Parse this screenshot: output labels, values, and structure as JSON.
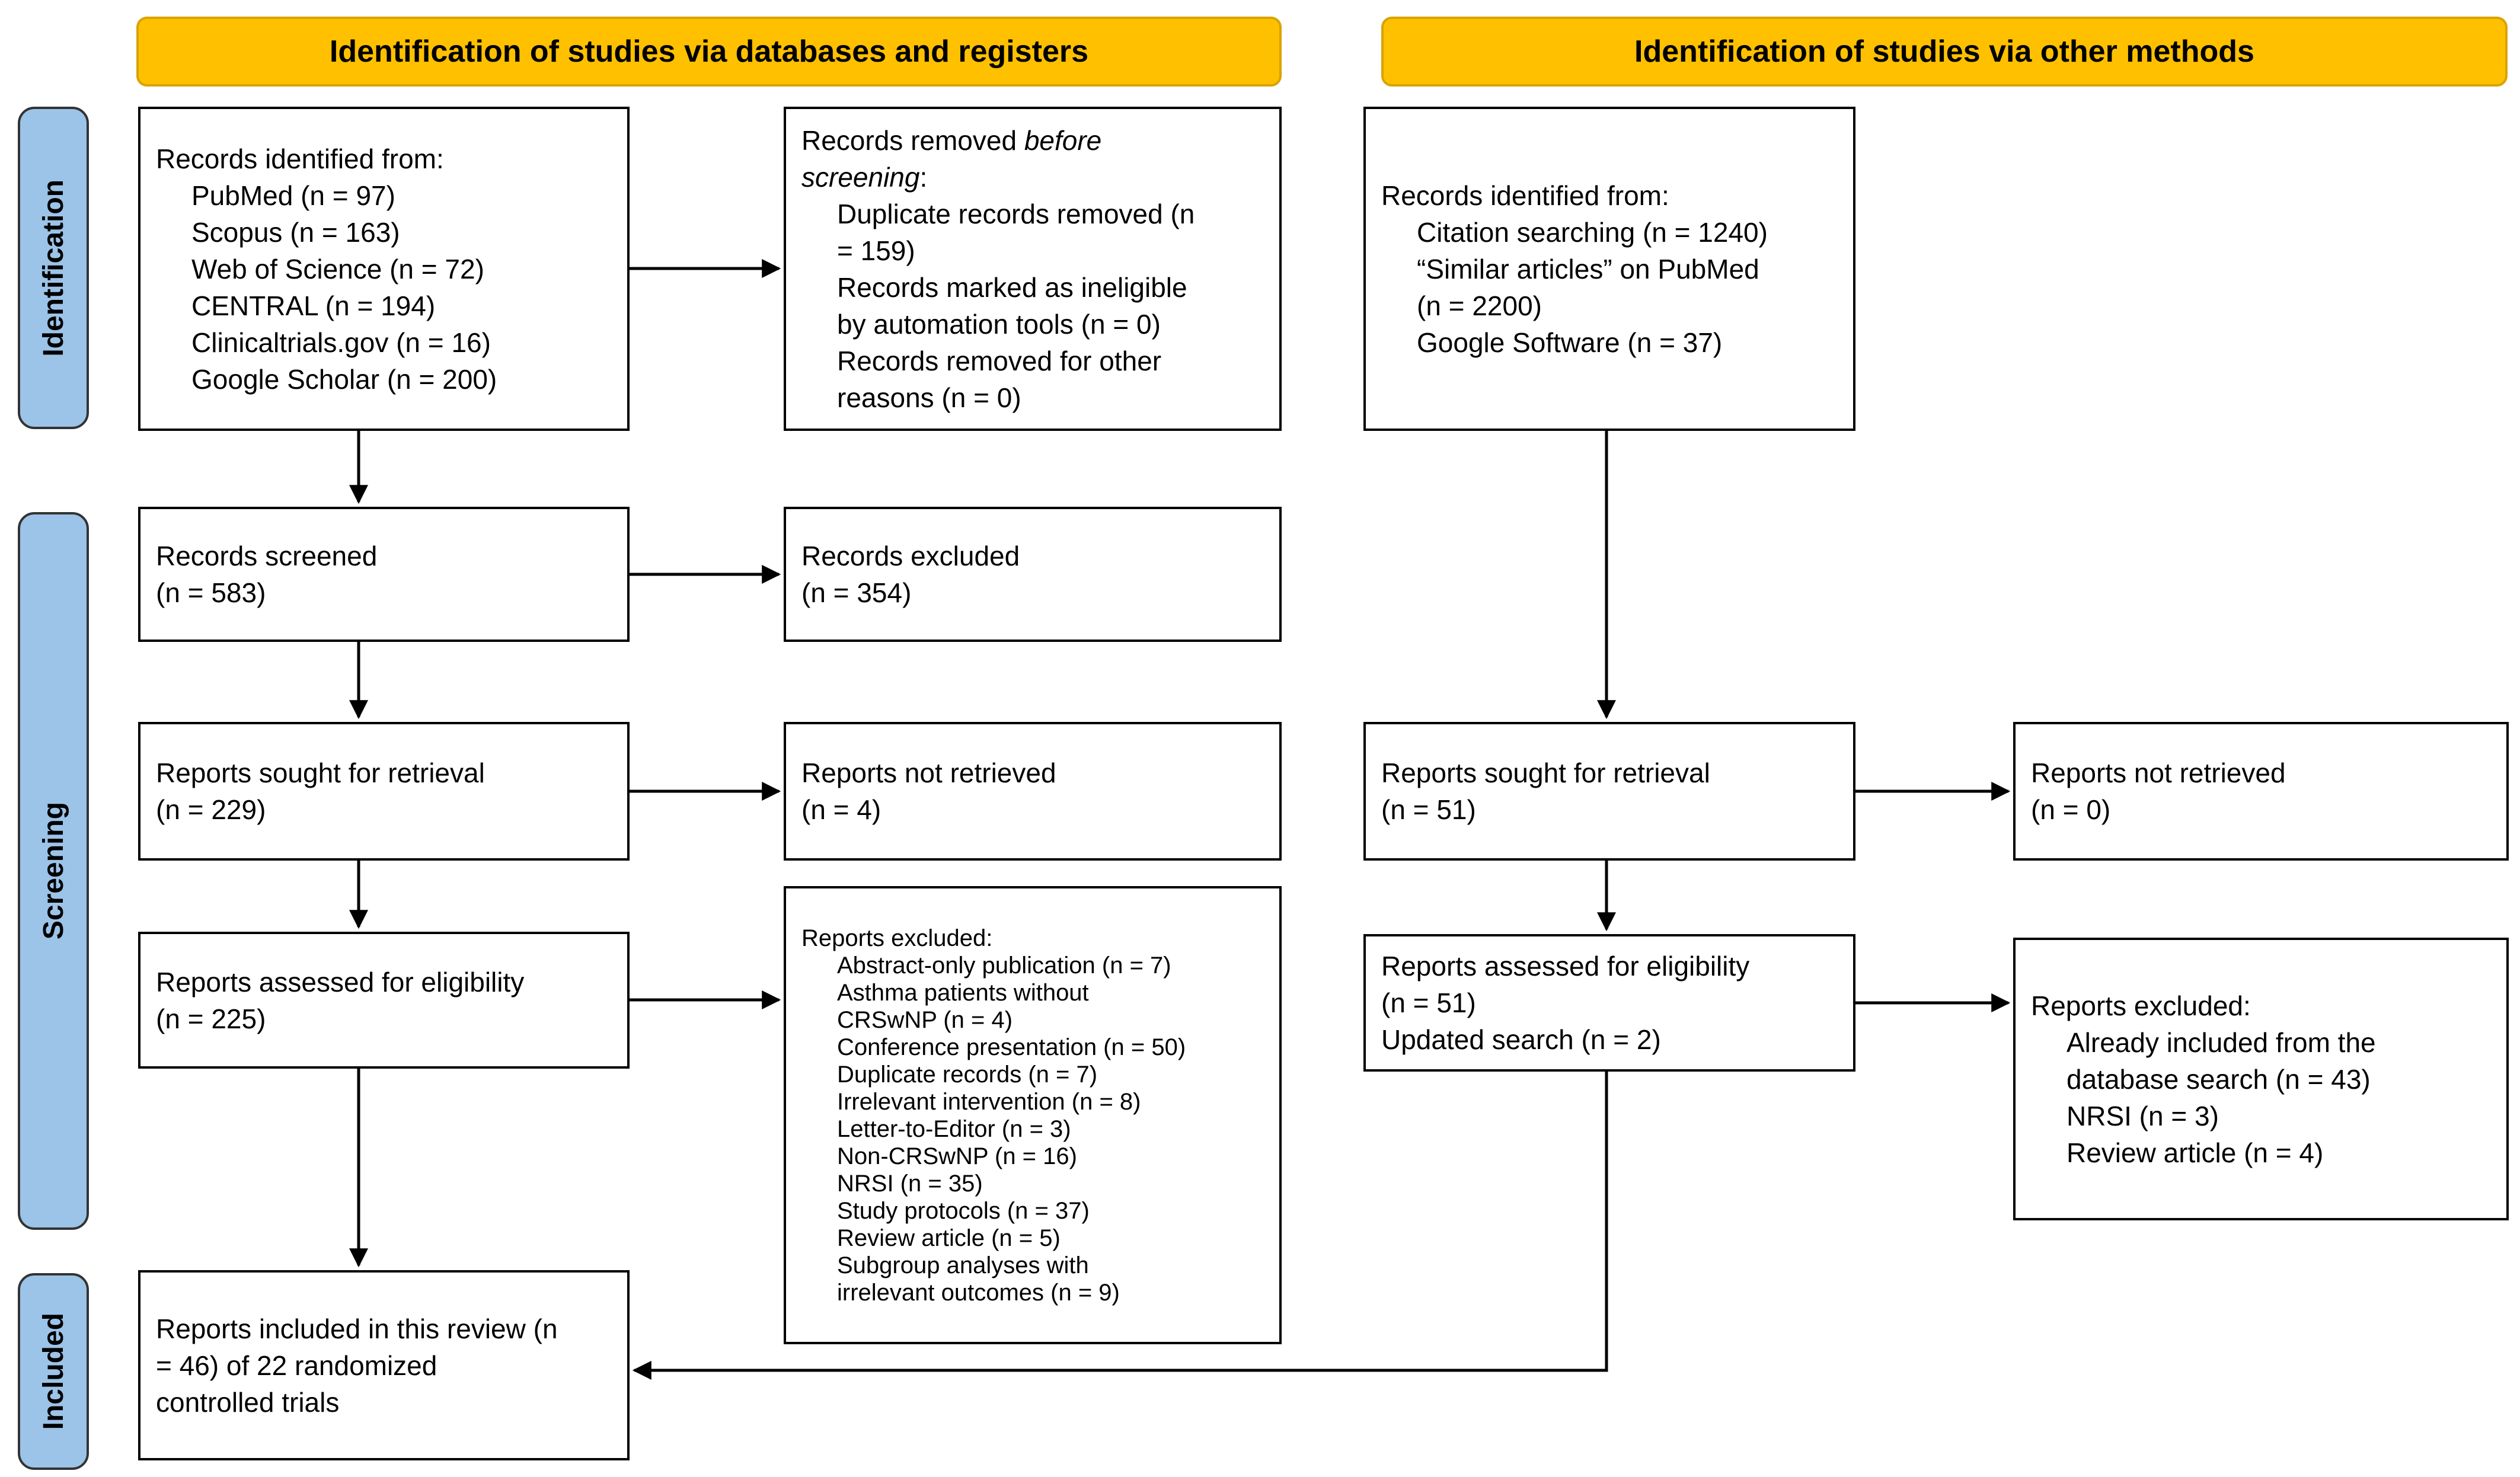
{
  "colors": {
    "header_fill": "#FFC000",
    "header_border": "#D9A300",
    "stage_fill": "#9CC3E8",
    "stage_border": "#333333",
    "box_border": "#000000",
    "arrow": "#000000"
  },
  "headers": [
    {
      "id": "databases",
      "label": "Identification of studies via databases and registers"
    },
    {
      "id": "other-methods",
      "label": "Identification of studies via other methods"
    }
  ],
  "stages": [
    {
      "id": "identification",
      "label": "Identification"
    },
    {
      "id": "screening",
      "label": "Screening"
    },
    {
      "id": "included",
      "label": "Included"
    }
  ],
  "boxes": [
    {
      "id": "records-identified-databases",
      "lines": [
        {
          "indent": 0,
          "runs": [
            {
              "text": "Records identified from:"
            }
          ]
        },
        {
          "indent": 1,
          "runs": [
            {
              "text": "PubMed (n = 97)"
            }
          ]
        },
        {
          "indent": 1,
          "runs": [
            {
              "text": "Scopus (n = 163)"
            }
          ]
        },
        {
          "indent": 1,
          "runs": [
            {
              "text": "Web of Science (n = 72)"
            }
          ]
        },
        {
          "indent": 1,
          "runs": [
            {
              "text": "CENTRAL (n = 194)"
            }
          ]
        },
        {
          "indent": 1,
          "runs": [
            {
              "text": "Clinicaltrials.gov (n = 16)"
            }
          ]
        },
        {
          "indent": 1,
          "runs": [
            {
              "text": "Google Scholar (n = 200)"
            }
          ]
        }
      ]
    },
    {
      "id": "records-removed-before-screening",
      "lines": [
        {
          "indent": 0,
          "runs": [
            {
              "text": "Records removed "
            },
            {
              "text": "before",
              "italic": true
            }
          ]
        },
        {
          "indent": 0,
          "runs": [
            {
              "text": "screening",
              "italic": true
            },
            {
              "text": ":"
            }
          ]
        },
        {
          "indent": 1,
          "runs": [
            {
              "text": "Duplicate records removed (n"
            }
          ]
        },
        {
          "indent": 1,
          "runs": [
            {
              "text": "= 159)"
            }
          ]
        },
        {
          "indent": 1,
          "runs": [
            {
              "text": "Records marked as ineligible"
            }
          ]
        },
        {
          "indent": 1,
          "runs": [
            {
              "text": "by automation tools (n = 0)"
            }
          ]
        },
        {
          "indent": 1,
          "runs": [
            {
              "text": "Records removed for other"
            }
          ]
        },
        {
          "indent": 1,
          "runs": [
            {
              "text": "reasons (n = 0)"
            }
          ]
        }
      ]
    },
    {
      "id": "records-identified-other-methods",
      "lines": [
        {
          "indent": 0,
          "runs": [
            {
              "text": "Records identified from:"
            }
          ]
        },
        {
          "indent": 1,
          "runs": [
            {
              "text": "Citation searching (n = 1240)"
            }
          ]
        },
        {
          "indent": 1,
          "runs": [
            {
              "text": "“Similar articles” on PubMed"
            }
          ]
        },
        {
          "indent": 1,
          "runs": [
            {
              "text": "(n = 2200)"
            }
          ]
        },
        {
          "indent": 1,
          "runs": [
            {
              "text": "Google Software (n = 37)"
            }
          ]
        }
      ]
    },
    {
      "id": "records-screened",
      "lines": [
        {
          "indent": 0,
          "runs": [
            {
              "text": "Records screened"
            }
          ]
        },
        {
          "indent": 0,
          "runs": [
            {
              "text": "(n = 583)"
            }
          ]
        }
      ]
    },
    {
      "id": "records-excluded",
      "lines": [
        {
          "indent": 0,
          "runs": [
            {
              "text": "Records excluded"
            }
          ]
        },
        {
          "indent": 0,
          "runs": [
            {
              "text": "(n = 354)"
            }
          ]
        }
      ]
    },
    {
      "id": "reports-sought-databases",
      "lines": [
        {
          "indent": 0,
          "runs": [
            {
              "text": "Reports sought for retrieval"
            }
          ]
        },
        {
          "indent": 0,
          "runs": [
            {
              "text": "(n = 229)"
            }
          ]
        }
      ]
    },
    {
      "id": "reports-not-retrieved-databases",
      "lines": [
        {
          "indent": 0,
          "runs": [
            {
              "text": "Reports not retrieved"
            }
          ]
        },
        {
          "indent": 0,
          "runs": [
            {
              "text": "(n = 4)"
            }
          ]
        }
      ]
    },
    {
      "id": "reports-sought-other-methods",
      "lines": [
        {
          "indent": 0,
          "runs": [
            {
              "text": "Reports sought for retrieval"
            }
          ]
        },
        {
          "indent": 0,
          "runs": [
            {
              "text": "(n = 51)"
            }
          ]
        }
      ]
    },
    {
      "id": "reports-not-retrieved-other-methods",
      "lines": [
        {
          "indent": 0,
          "runs": [
            {
              "text": "Reports not retrieved"
            }
          ]
        },
        {
          "indent": 0,
          "runs": [
            {
              "text": "(n = 0)"
            }
          ]
        }
      ]
    },
    {
      "id": "reports-assessed-databases",
      "lines": [
        {
          "indent": 0,
          "runs": [
            {
              "text": "Reports assessed for eligibility"
            }
          ]
        },
        {
          "indent": 0,
          "runs": [
            {
              "text": "(n = 225)"
            }
          ]
        }
      ]
    },
    {
      "id": "reports-excluded-databases",
      "lines": [
        {
          "indent": 0,
          "runs": [
            {
              "text": "Reports excluded:"
            }
          ]
        },
        {
          "indent": 1,
          "runs": [
            {
              "text": "Abstract-only publication (n = 7)"
            }
          ]
        },
        {
          "indent": 1,
          "runs": [
            {
              "text": "Asthma patients without"
            }
          ]
        },
        {
          "indent": 1,
          "runs": [
            {
              "text": "CRSwNP (n = 4)"
            }
          ]
        },
        {
          "indent": 1,
          "runs": [
            {
              "text": "Conference presentation (n = 50)"
            }
          ]
        },
        {
          "indent": 1,
          "runs": [
            {
              "text": "Duplicate records (n = 7)"
            }
          ]
        },
        {
          "indent": 1,
          "runs": [
            {
              "text": "Irrelevant intervention (n = 8)"
            }
          ]
        },
        {
          "indent": 1,
          "runs": [
            {
              "text": "Letter-to-Editor (n = 3)"
            }
          ]
        },
        {
          "indent": 1,
          "runs": [
            {
              "text": "Non-CRSwNP (n = 16)"
            }
          ]
        },
        {
          "indent": 1,
          "runs": [
            {
              "text": "NRSI (n = 35)"
            }
          ]
        },
        {
          "indent": 1,
          "runs": [
            {
              "text": "Study protocols (n = 37)"
            }
          ]
        },
        {
          "indent": 1,
          "runs": [
            {
              "text": "Review article (n = 5)"
            }
          ]
        },
        {
          "indent": 1,
          "runs": [
            {
              "text": "Subgroup analyses with"
            }
          ]
        },
        {
          "indent": 1,
          "runs": [
            {
              "text": "irrelevant outcomes (n = 9)"
            }
          ]
        }
      ]
    },
    {
      "id": "reports-assessed-other-methods",
      "lines": [
        {
          "indent": 0,
          "runs": [
            {
              "text": "Reports assessed for eligibility"
            }
          ]
        },
        {
          "indent": 0,
          "runs": [
            {
              "text": "(n = 51)"
            }
          ]
        },
        {
          "indent": 0,
          "runs": [
            {
              "text": "Updated search (n = 2)"
            }
          ]
        }
      ]
    },
    {
      "id": "reports-excluded-other-methods",
      "lines": [
        {
          "indent": 0,
          "runs": [
            {
              "text": "Reports excluded:"
            }
          ]
        },
        {
          "indent": 1,
          "runs": [
            {
              "text": "Already included from the"
            }
          ]
        },
        {
          "indent": 1,
          "runs": [
            {
              "text": "database search (n = 43)"
            }
          ]
        },
        {
          "indent": 1,
          "runs": [
            {
              "text": "NRSI (n = 3)"
            }
          ]
        },
        {
          "indent": 1,
          "runs": [
            {
              "text": "Review article (n = 4)"
            }
          ]
        }
      ]
    },
    {
      "id": "reports-included",
      "lines": [
        {
          "indent": 0,
          "runs": [
            {
              "text": "Reports included in this review (n"
            }
          ]
        },
        {
          "indent": 0,
          "runs": [
            {
              "text": "= 46) of 22 randomized"
            }
          ]
        },
        {
          "indent": 0,
          "runs": [
            {
              "text": "controlled trials"
            }
          ]
        }
      ]
    }
  ]
}
